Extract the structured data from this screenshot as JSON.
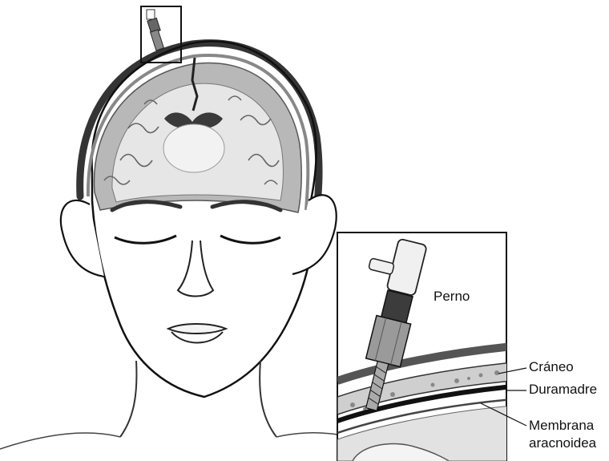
{
  "labels": {
    "bolt": "Perno",
    "skull": "Cráneo",
    "dura": "Duramadre",
    "arachnoid_line1": "Membrana",
    "arachnoid_line2": "aracnoidea"
  },
  "colors": {
    "ink": "#111111",
    "brain_gray": "#9a9a9a",
    "light_gray": "#d8d8d8",
    "background": "#ffffff"
  }
}
